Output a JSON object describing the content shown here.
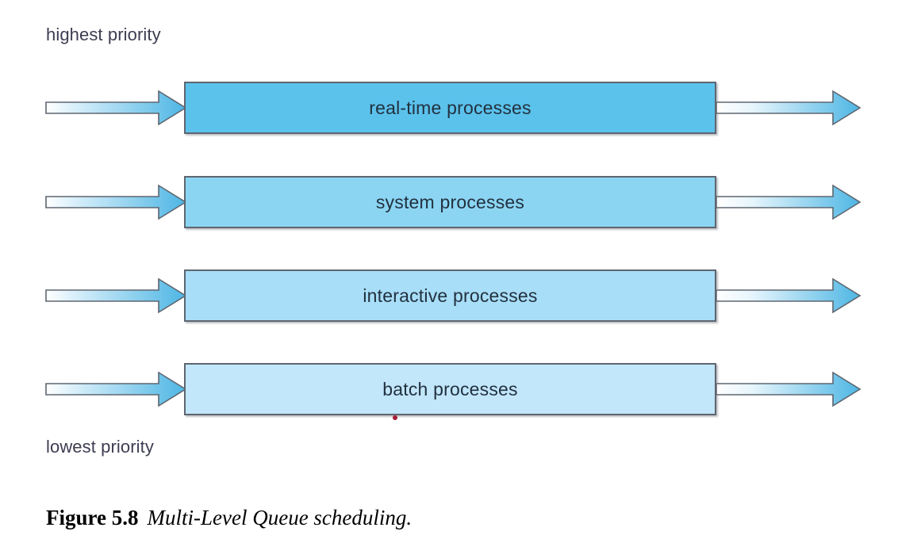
{
  "diagram": {
    "title": "Multi-Level Queue scheduling",
    "top_label": "highest priority",
    "bottom_label": "lowest priority",
    "queues": [
      {
        "label": "real-time processes",
        "fill": "#5BC2EC",
        "priority_rank": 1,
        "in_arrow": "queue-input-arrow",
        "out_arrow": "queue-output-arrow"
      },
      {
        "label": "system processes",
        "fill": "#8BD5F3",
        "priority_rank": 2,
        "in_arrow": "queue-input-arrow",
        "out_arrow": "queue-output-arrow"
      },
      {
        "label": "interactive processes",
        "fill": "#A8DEF7",
        "priority_rank": 3,
        "in_arrow": "queue-input-arrow",
        "out_arrow": "queue-output-arrow"
      },
      {
        "label": "batch processes",
        "fill": "#C2E6FA",
        "priority_rank": 4,
        "in_arrow": "queue-input-arrow",
        "out_arrow": "queue-output-arrow"
      }
    ],
    "marker_dot_color": "#a61b35",
    "border_color": "#5e6670",
    "arrow_gradient_start": "#ffffff",
    "arrow_gradient_end": "#4EB6E4"
  },
  "caption": {
    "figure_number": "Figure 5.8",
    "figure_text": "Multi-Level Queue scheduling."
  }
}
